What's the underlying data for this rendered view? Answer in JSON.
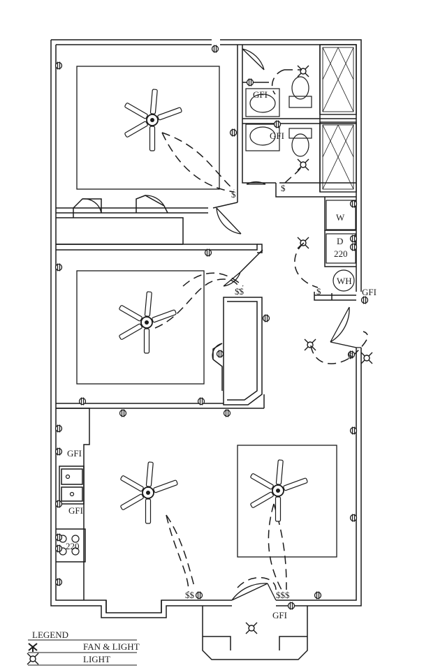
{
  "labels": {
    "gfi": "GFI",
    "w": "W",
    "d": "D",
    "d_220": "220",
    "wh": "WH",
    "range_220": "220",
    "switch_single": "$",
    "switch_double": "$$",
    "switch_triple": "$$$"
  },
  "legend": {
    "title": "LEGEND",
    "fan_light": "FAN & LIGHT",
    "light": "LIGHT"
  },
  "icons": {
    "fan": "ceiling-fan-symbol",
    "light": "ceiling-light-symbol",
    "outlet": "duplex-outlet-symbol"
  },
  "colors": {
    "line": "#1a1a1a",
    "background": "#ffffff"
  }
}
